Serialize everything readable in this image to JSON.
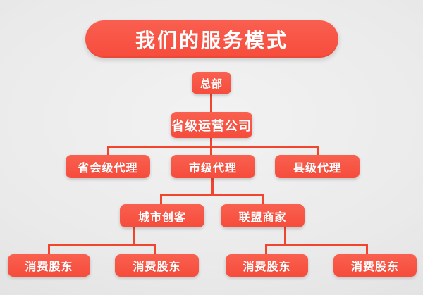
{
  "title_banner": {
    "label": "我们的服务模式"
  },
  "colors": {
    "box_red": "#F8564A",
    "box_red_gradient_top": "#F9604F",
    "box_red_gradient_bottom": "#F64C3C",
    "connector_red": "#F2452D",
    "text_white": "#FFFFFF",
    "background_gray": "#E8E8E8"
  },
  "org": {
    "nodes": [
      {
        "id": "headquarters",
        "level": 1,
        "label": "总部"
      },
      {
        "id": "provincial-operating-company",
        "level": 2,
        "label": "省级运营公司"
      },
      {
        "id": "provincial-capital-agent",
        "level": 3,
        "label": "省会级代理"
      },
      {
        "id": "city-agent",
        "level": 3,
        "label": "市级代理"
      },
      {
        "id": "county-agent",
        "level": 3,
        "label": "县级代理"
      },
      {
        "id": "city-maker",
        "level": 4,
        "label": "城市创客"
      },
      {
        "id": "alliance-merchant",
        "level": 4,
        "label": "联盟商家"
      },
      {
        "id": "consumer-shareholder-1",
        "level": 5,
        "label": "消费股东"
      },
      {
        "id": "consumer-shareholder-2",
        "level": 5,
        "label": "消费股东"
      },
      {
        "id": "consumer-shareholder-3",
        "level": 5,
        "label": "消费股东"
      },
      {
        "id": "consumer-shareholder-4",
        "level": 5,
        "label": "消费股东"
      }
    ]
  }
}
